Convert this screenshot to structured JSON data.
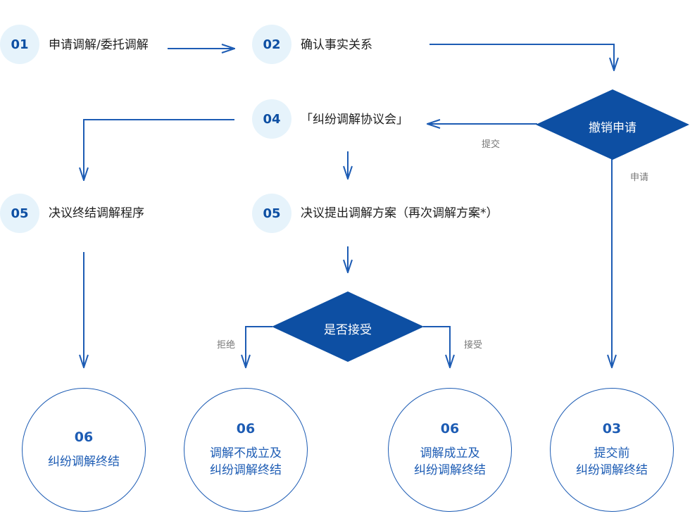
{
  "steps": {
    "s01": {
      "num": "01",
      "text": "申请调解/委托调解"
    },
    "s02": {
      "num": "02",
      "text": "确认事实关系"
    },
    "s04": {
      "num": "04",
      "text": "「纠纷调解协议会」"
    },
    "s05a": {
      "num": "05",
      "text": "决议终结调解程序"
    },
    "s05b": {
      "num": "05",
      "text": "决议提出调解方案（再次调解方案*）"
    }
  },
  "decisions": {
    "withdraw": "撤销申请",
    "accept": "是否接受"
  },
  "edge_labels": {
    "submit": "提交",
    "apply": "申请",
    "reject": "拒绝",
    "accept": "接受"
  },
  "endpoints": [
    {
      "num": "06",
      "line1": "纠纷调解终结",
      "line2": ""
    },
    {
      "num": "06",
      "line1": "调解不成立及",
      "line2": "纠纷调解终结"
    },
    {
      "num": "06",
      "line1": "调解成立及",
      "line2": "纠纷调解终结"
    },
    {
      "num": "03",
      "line1": "提交前",
      "line2": "纠纷调解终结"
    }
  ],
  "colors": {
    "primary": "#0d4fa3",
    "line": "#1d5cb4",
    "badge_bg": "#e6f3fb"
  }
}
